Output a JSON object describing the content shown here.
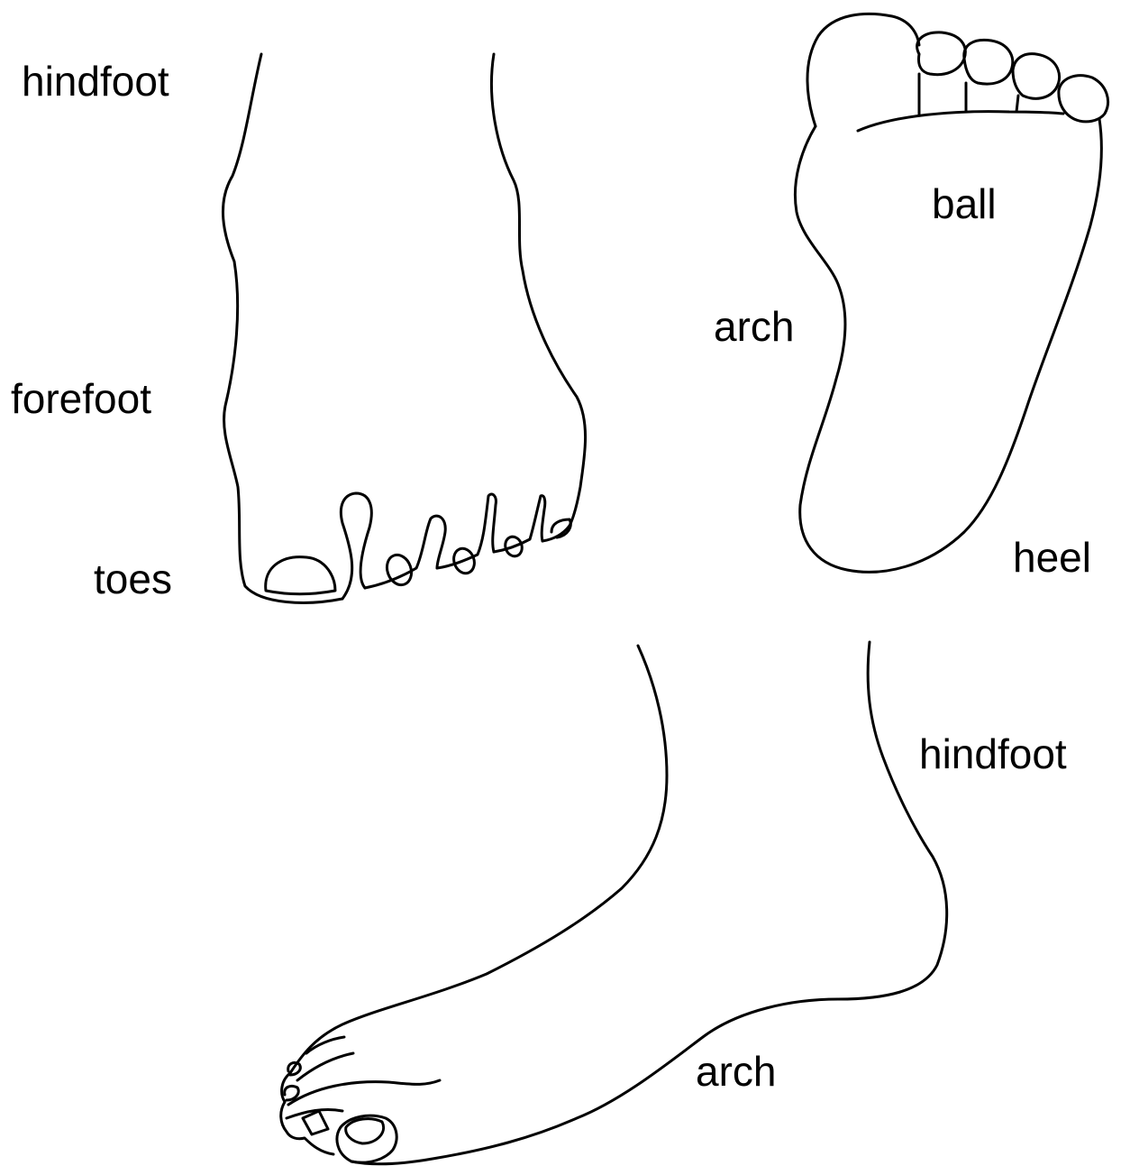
{
  "diagram": {
    "colors": {
      "line": "#000000",
      "background": "#ffffff"
    },
    "views": {
      "top_view": {
        "labels": {
          "hindfoot": "hindfoot",
          "forefoot": "forefoot",
          "toes": "toes"
        }
      },
      "sole_view": {
        "labels": {
          "ball": "ball",
          "arch": "arch",
          "heel": "heel"
        }
      },
      "side_view": {
        "labels": {
          "hindfoot": "hindfoot",
          "arch": "arch"
        }
      }
    }
  }
}
